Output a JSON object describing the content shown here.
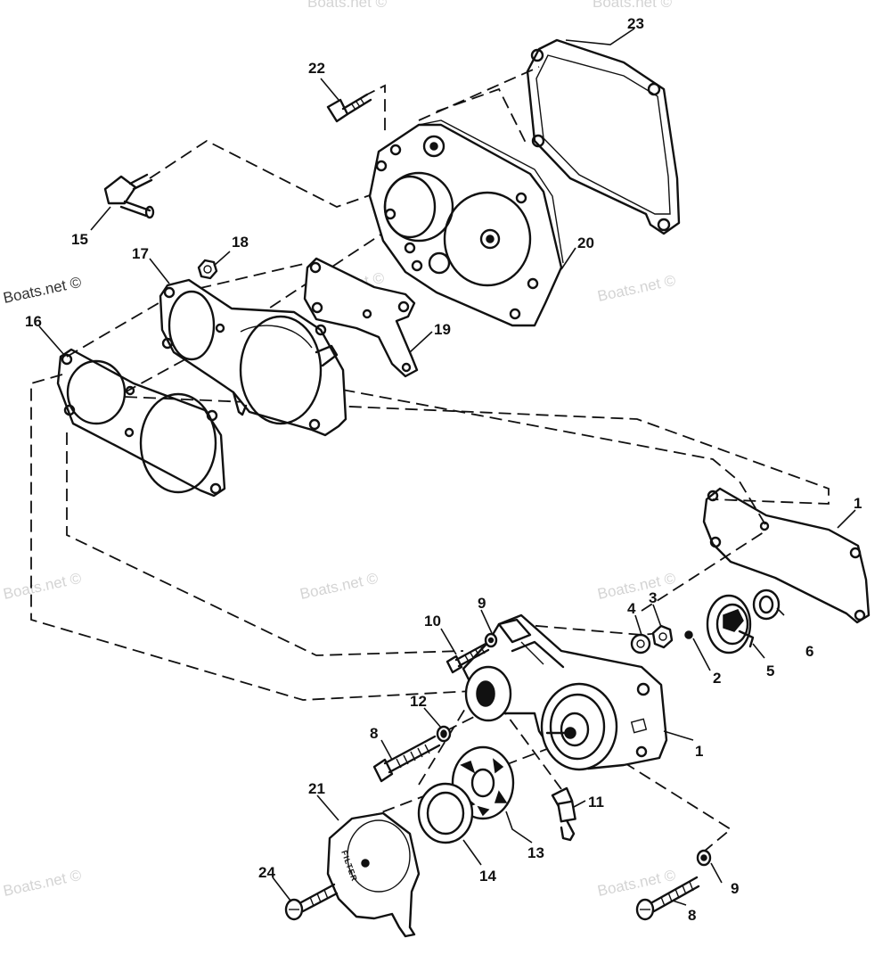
{
  "watermarks": {
    "main": "Boats.net ©",
    "w1": "Boats.net ©",
    "w2": "Boats.net ©",
    "w3": "Boats.net ©",
    "w4": "Boats.net ©",
    "w5": "Boats.net ©",
    "w6": "Boats.net ©",
    "w7": "Boats.net ©",
    "w8": "Boats.net ©"
  },
  "callouts": {
    "c1a": "1",
    "c1b": "1",
    "c2": "2",
    "c3": "3",
    "c4": "4",
    "c5": "5",
    "c6": "6",
    "c8a": "8",
    "c8b": "8",
    "c9a": "9",
    "c9b": "9",
    "c10": "10",
    "c11": "11",
    "c12": "12",
    "c13": "13",
    "c14": "14",
    "c15": "15",
    "c16": "16",
    "c17": "17",
    "c18": "18",
    "c19": "19",
    "c20": "20",
    "c21": "21",
    "c22": "22",
    "c23": "23",
    "c24": "24"
  },
  "filter_text": "FILTER"
}
